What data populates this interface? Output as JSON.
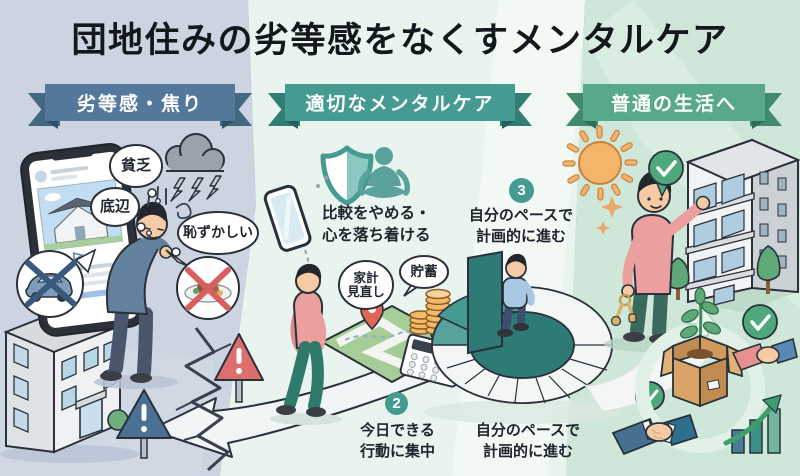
{
  "title": "団地住みの劣等感をなくすメンタルケア",
  "sections": [
    {
      "id": "problem",
      "label": "劣等感・焦り",
      "banner_color": "#54789b"
    },
    {
      "id": "mental_care",
      "label": "適切なメンタルケア",
      "banner_color": "#459a92"
    },
    {
      "id": "normal_life",
      "label": "普通の生活へ",
      "banner_color": "#58a987"
    }
  ],
  "problem": {
    "thought_bubbles": [
      {
        "text": "貧乏"
      },
      {
        "text": "底辺"
      },
      {
        "text": "恥ずかしい"
      }
    ],
    "icons": [
      "sns-smartphone-icon",
      "storm-cloud-icon",
      "lightning-icon",
      "no-car-icon",
      "no-dining-icon",
      "danchi-building-illustration",
      "warning-sign-blue-icon",
      "warning-sign-red-icon",
      "ground-crack-illustration",
      "distressed-person-illustration"
    ]
  },
  "care": {
    "calm": {
      "line1": "比較をやめる・",
      "line2": "心を落ち着ける"
    },
    "budget_bubble": {
      "line1": "家計",
      "line2": "見直し"
    },
    "savings_bubble": {
      "text": "貯蓄"
    },
    "step2": {
      "number": "2",
      "line1": "今日できる",
      "line2": "行動に集中"
    },
    "step3": {
      "number": "3",
      "line1": "自分のペースで",
      "line2": "計画的に進む"
    },
    "stairs_caption": {
      "line1": "自分のペースで",
      "line2": "計画的に進む"
    },
    "icons": [
      "shield-icon",
      "meditation-icon",
      "smartphone-icon",
      "map-route-icon",
      "map-pin-icon",
      "calculator-icon",
      "savings-coins-icon",
      "spiral-staircase-illustration",
      "walking-person-illustration",
      "climbing-person-illustration"
    ]
  },
  "goal": {
    "icons": [
      "sun-icon",
      "sparkle-icon",
      "check-bubble-icon",
      "check-circle-icon",
      "keys-icon",
      "new-building-illustration",
      "tree-icon",
      "handshake-icon",
      "moving-box-plant-icon",
      "growth-chart-icon",
      "happy-person-illustration"
    ]
  },
  "colors": {
    "bg_problem": "#cbd4e0",
    "bg_care": "#e9f4ee",
    "bg_goal": "#cfe7d8",
    "banner_problem": "#54789b",
    "banner_care": "#459a92",
    "banner_goal": "#58a987",
    "badge_teal": "#459a92",
    "check_green": "#4fa87b",
    "warning_blue": "#4a7093",
    "warning_red": "#dc6e6e",
    "coin_orange": "#f3b964",
    "shirt_pink": "#ec9f9f",
    "sweater_blue": "#64809f",
    "text_dark": "#20252d"
  }
}
